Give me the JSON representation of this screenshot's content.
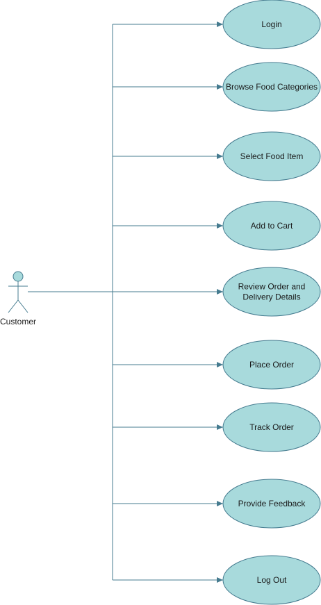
{
  "diagram": {
    "type": "use-case",
    "colors": {
      "line": "#457b8f",
      "ellipse_fill": "#a8dadc",
      "ellipse_stroke": "#457b8f",
      "text": "#1a1a1a"
    },
    "actor": {
      "label": "Customer",
      "icon": "stick-figure-icon"
    },
    "use_cases": [
      {
        "id": "login",
        "lines": [
          "Login"
        ]
      },
      {
        "id": "browse-food-categories",
        "lines": [
          "Browse Food Categories"
        ]
      },
      {
        "id": "select-food-item",
        "lines": [
          "Select Food Item"
        ]
      },
      {
        "id": "add-to-cart",
        "lines": [
          "Add to Cart"
        ]
      },
      {
        "id": "review-order",
        "lines": [
          "Review Order and",
          "Delivery Details"
        ]
      },
      {
        "id": "place-order",
        "lines": [
          "Place Order"
        ]
      },
      {
        "id": "track-order",
        "lines": [
          "Track Order"
        ]
      },
      {
        "id": "provide-feedback",
        "lines": [
          "Provide Feedback"
        ]
      },
      {
        "id": "log-out",
        "lines": [
          "Log Out"
        ]
      }
    ]
  }
}
